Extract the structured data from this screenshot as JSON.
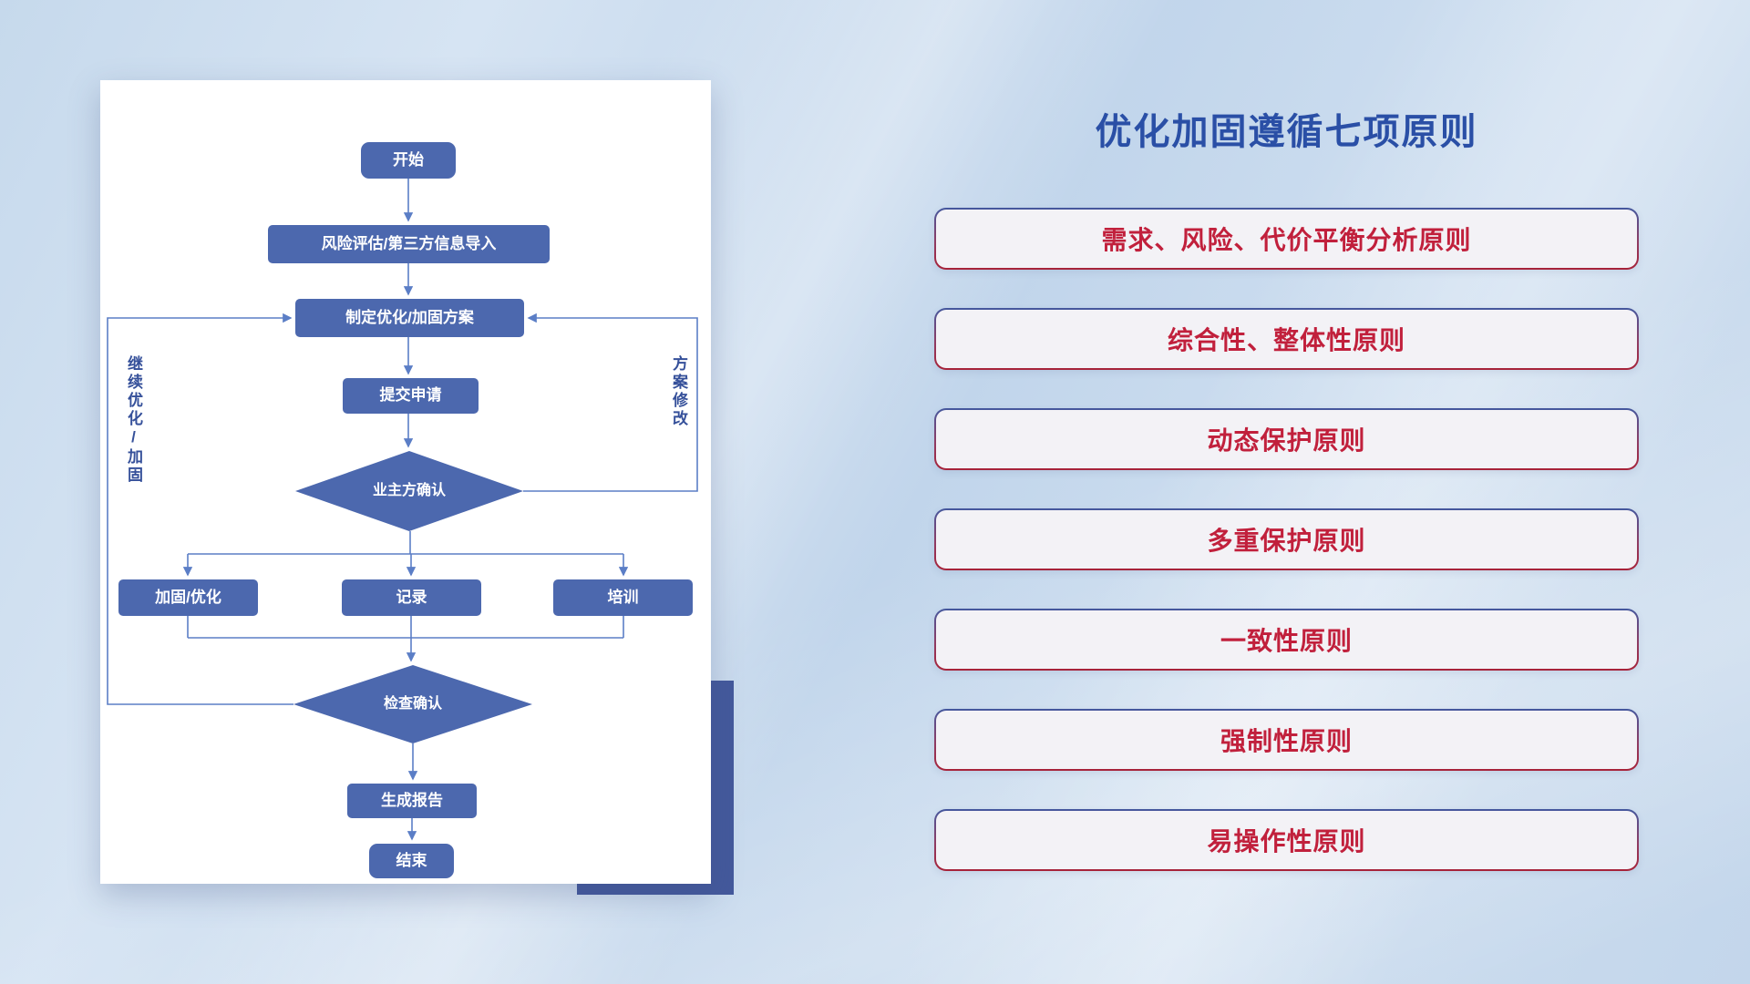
{
  "right_panel": {
    "title": "优化加固遵循七项原则",
    "principles": [
      "需求、风险、代价平衡分析原则",
      "综合性、整体性原则",
      "动态保护原则",
      "多重保护原则",
      "一致性原则",
      "强制性原则",
      "易操作性原则"
    ]
  },
  "flowchart": {
    "nodes": {
      "start": "开始",
      "risk_import": "风险评估/第三方信息导入",
      "plan": "制定优化/加固方案",
      "submit": "提交申请",
      "owner_confirm": "业主方确认",
      "harden": "加固/优化",
      "record": "记录",
      "training": "培训",
      "check_confirm": "检查确认",
      "report": "生成报告",
      "end": "结束"
    },
    "labels": {
      "left_loop": "继续优化/加固",
      "right_loop": "方案修改"
    }
  },
  "colors": {
    "node_fill": "#4c68ae",
    "connector_line": "#5b7ec6",
    "title_blue": "#2a4fa6",
    "principle_red": "#c1203c",
    "accent_rect": "#44599c",
    "background": "#c9dbee"
  }
}
